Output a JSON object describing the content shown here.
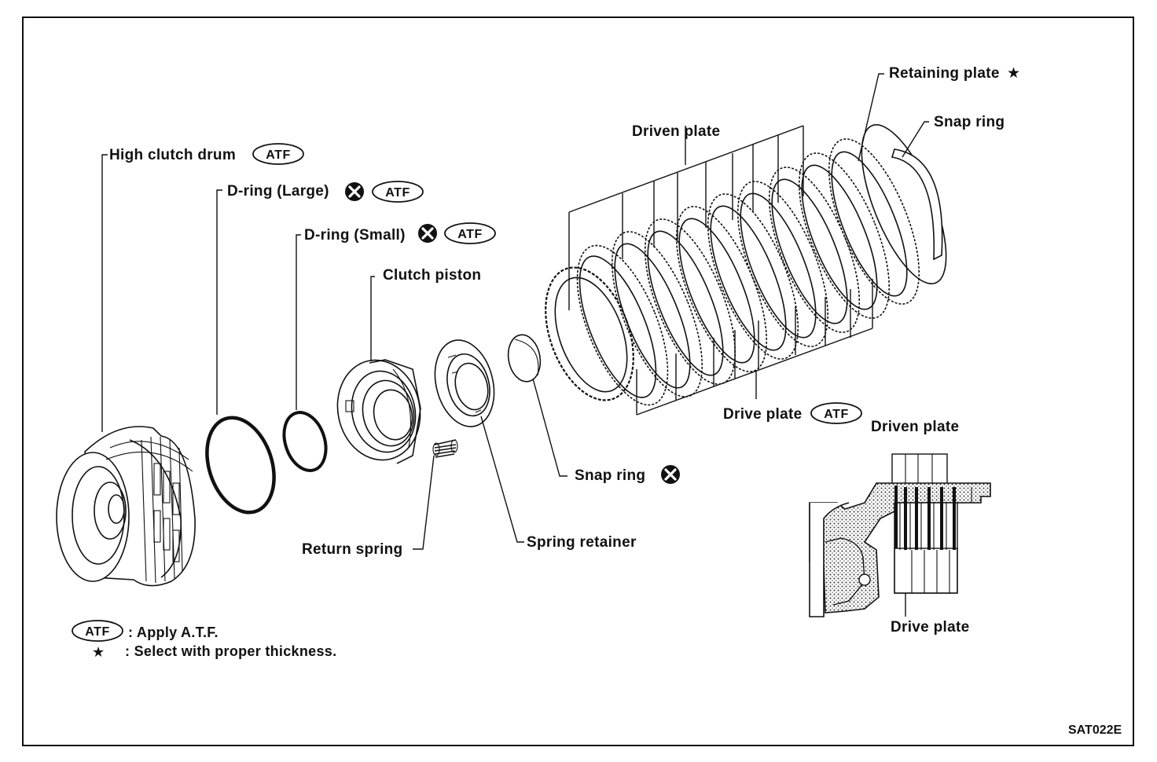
{
  "labels": {
    "high_clutch_drum": "High clutch drum",
    "d_ring_large": "D-ring (Large)",
    "d_ring_small": "D-ring (Small)",
    "clutch_piston": "Clutch piston",
    "return_spring": "Return spring",
    "spring_retainer": "Spring retainer",
    "snap_ring_small": "Snap ring",
    "driven_plate": "Driven plate",
    "drive_plate": "Drive plate",
    "retaining_plate": "Retaining plate",
    "snap_ring_outer": "Snap ring",
    "detail_driven_plate": "Driven plate",
    "detail_drive_plate": "Drive plate"
  },
  "badges": {
    "atf": "ATF",
    "star": "★"
  },
  "legend": {
    "atf_text": ": Apply A.T.F.",
    "star_text": ":  Select with proper thickness."
  },
  "reference_code": "SAT022E"
}
